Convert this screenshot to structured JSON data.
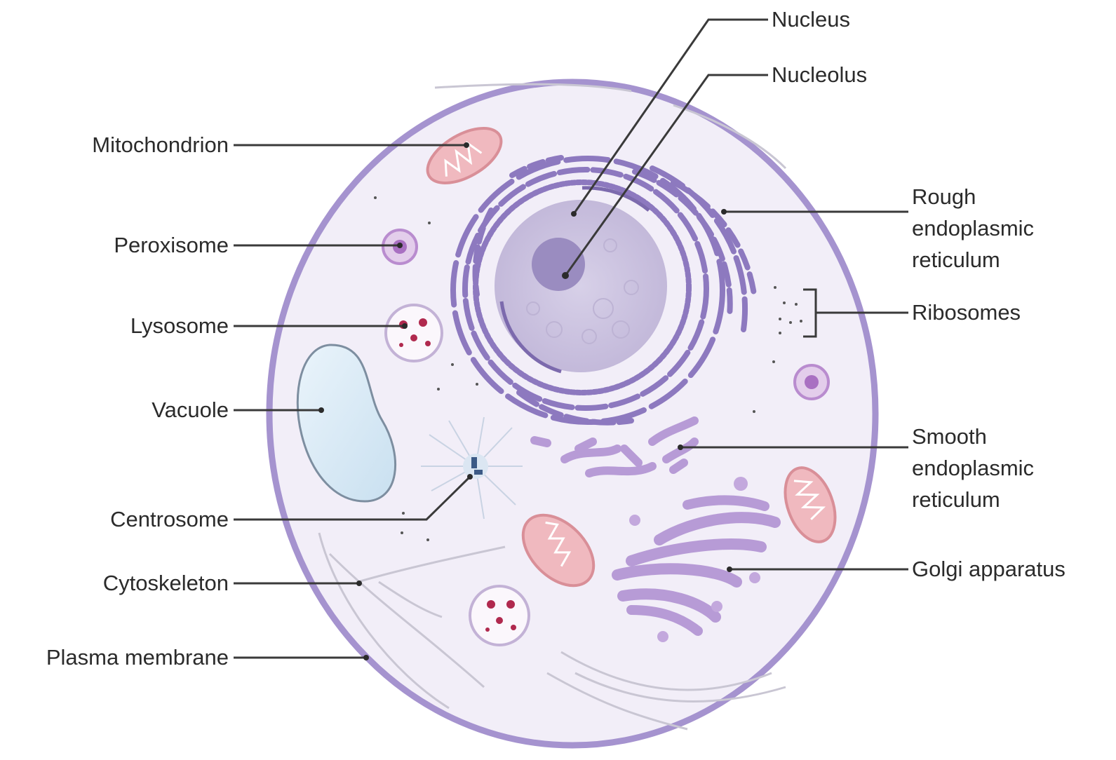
{
  "labels": {
    "nucleus": "Nucleus",
    "nucleolus": "Nucleolus",
    "mitochondrion": "Mitochondrion",
    "peroxisome": "Peroxisome",
    "lysosome": "Lysosome",
    "vacuole": "Vacuole",
    "centrosome": "Centrosome",
    "cytoskeleton": "Cytoskeleton",
    "plasma_membrane": "Plasma membrane",
    "rough_er": [
      "Rough",
      "endoplasmic",
      "reticulum"
    ],
    "ribosomes": "Ribosomes",
    "smooth_er": [
      "Smooth",
      "endoplasmic",
      "reticulum"
    ],
    "golgi": "Golgi apparatus"
  },
  "colors": {
    "membrane": "#a593cf",
    "cytoplasm": "#f2eef8",
    "nucleus": "#cbc3df",
    "nucleolus": "#9a8cc0",
    "er": "#8d79bf",
    "mitochondrion": "#f0b9bf",
    "mito_stroke": "#d98f98",
    "vacuole": "#dcebf6",
    "lysosome_dots": "#b0294e",
    "peroxisome": "#c79ad8",
    "golgi": "#b79bd6"
  }
}
